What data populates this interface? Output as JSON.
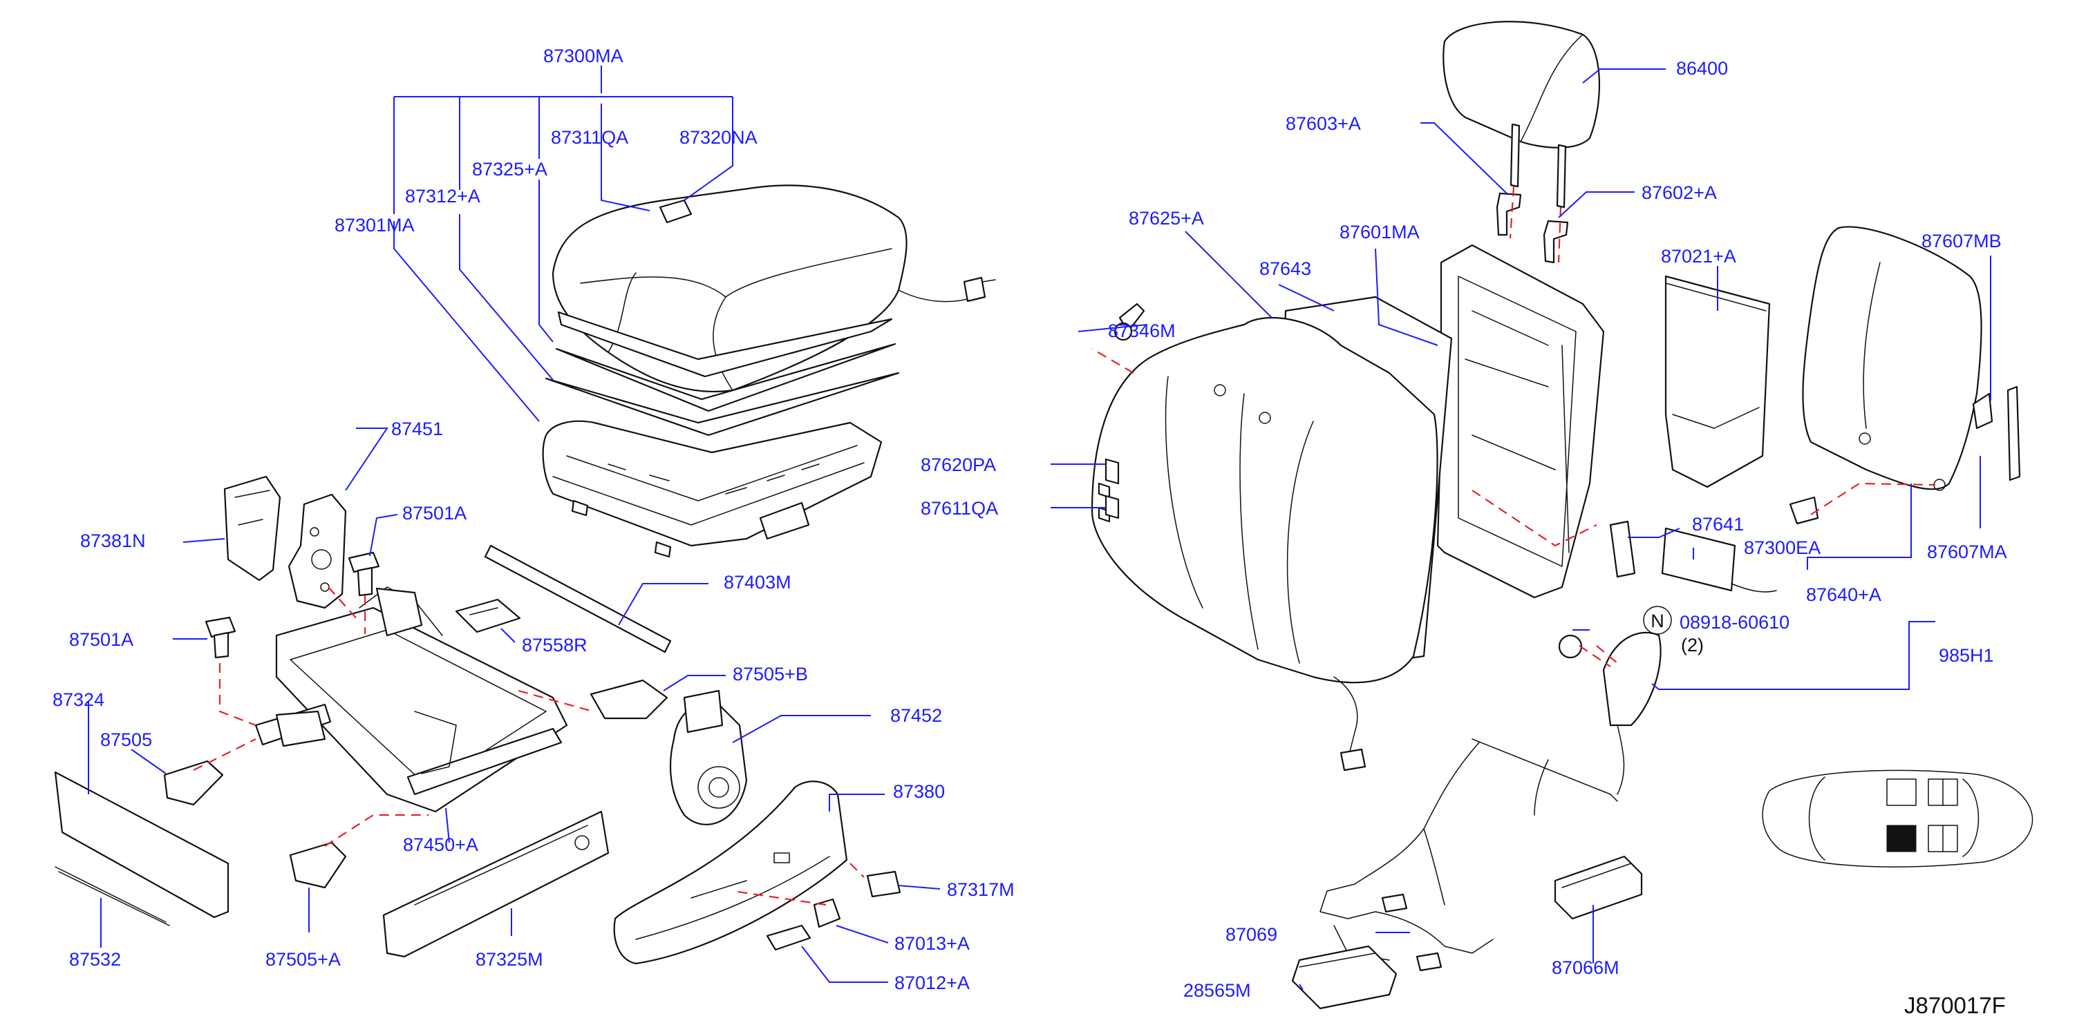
{
  "diagram_code": "J870017F",
  "notes": {
    "nut_qty": "(2)",
    "nut_symbol": "N"
  },
  "labels": {
    "l87300MA": "87300MA",
    "l87311QA": "87311QA",
    "l87320NA": "87320NA",
    "l87325A": "87325+A",
    "l87312A": "87312+A",
    "l87301MA": "87301MA",
    "l87451": "87451",
    "l87501A_1": "87501A",
    "l87381N": "87381N",
    "l87501A_2": "87501A",
    "l87403M": "87403M",
    "l87558R": "87558R",
    "l87505B": "87505+B",
    "l87324": "87324",
    "l87505": "87505",
    "l87452": "87452",
    "l87380": "87380",
    "l87450A": "87450+A",
    "l87317M": "87317M",
    "l87013A": "87013+A",
    "l87012A": "87012+A",
    "l87532": "87532",
    "l87505A": "87505+A",
    "l87325M": "87325M",
    "l86400": "86400",
    "l87603A": "87603+A",
    "l87602A": "87602+A",
    "l87625A": "87625+A",
    "l87601MA": "87601MA",
    "l87021A": "87021+A",
    "l87607MB": "87607MB",
    "l87643": "87643",
    "l87346M": "87346M",
    "l87620PA": "87620PA",
    "l87611QA": "87611QA",
    "l87641": "87641",
    "l87300EA": "87300EA",
    "l87607MA": "87607MA",
    "l87640A": "87640+A",
    "l08918": "08918-60610",
    "l985H1": "985H1",
    "l87069": "87069",
    "l87066M": "87066M",
    "l28565M": "28565M"
  }
}
